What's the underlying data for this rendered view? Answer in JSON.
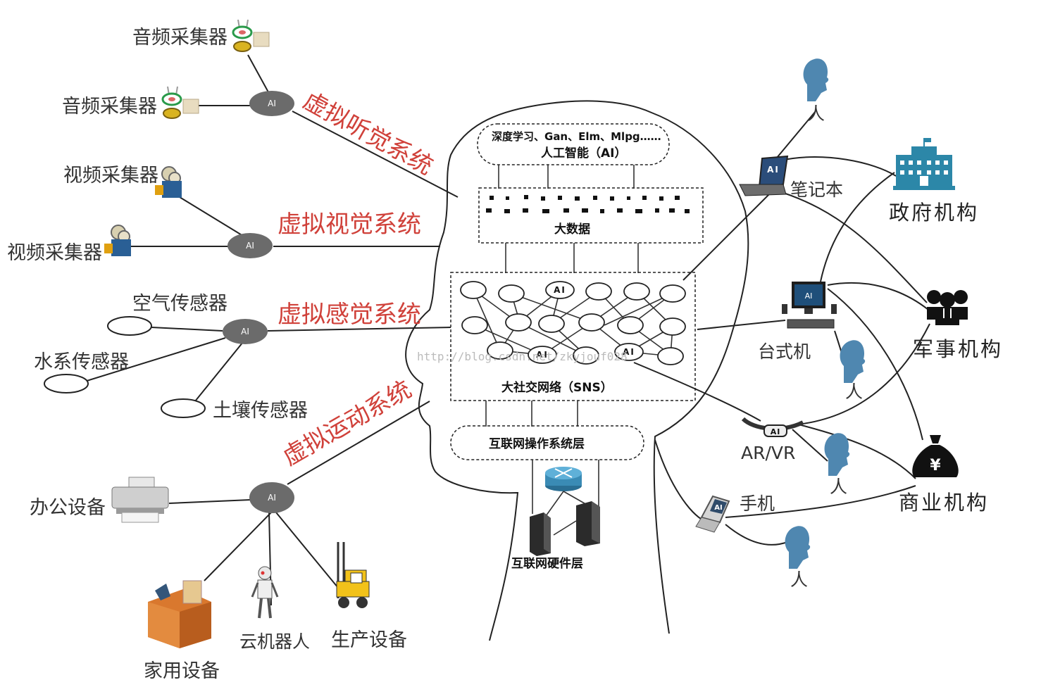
{
  "left": {
    "audio_1": "音频采集器",
    "audio_2": "音频采集器",
    "video_1": "视频采集器",
    "video_2": "视频采集器",
    "air": "空气传感器",
    "water": "水系传感器",
    "soil": "土壤传感器",
    "office": "办公设备",
    "home": "家用设备",
    "robot": "云机器人",
    "production": "生产设备"
  },
  "systems": {
    "hearing": "虚拟听觉系统",
    "vision": "虚拟视觉系统",
    "sensing": "虚拟感觉系统",
    "motion": "虚拟运动系统"
  },
  "hub_label": "AI",
  "head": {
    "algorithms": "深度学习、Gan、Elm、Mlpg……",
    "ai_layer": "人工智能（AI）",
    "big_data": "大数据",
    "sns": "大社交网络（SNS）",
    "os_layer": "互联网操作系统层",
    "hw_layer": "互联网硬件层",
    "node_ai": "AI"
  },
  "right": {
    "laptop": "笔记本",
    "desktop": "台式机",
    "arvr": "AR/VR",
    "phone": "手机",
    "person": "人",
    "gov": "政府机构",
    "military": "军事机构",
    "business": "商业机构",
    "device_ai": "AI"
  },
  "watermark": "http://blog.csdn.net/zkyjouf028",
  "colors": {
    "system_label": "#d0413a",
    "hub": "#6b6b6b",
    "person": "#4f87b0",
    "org_icon": "#2c87a8"
  }
}
